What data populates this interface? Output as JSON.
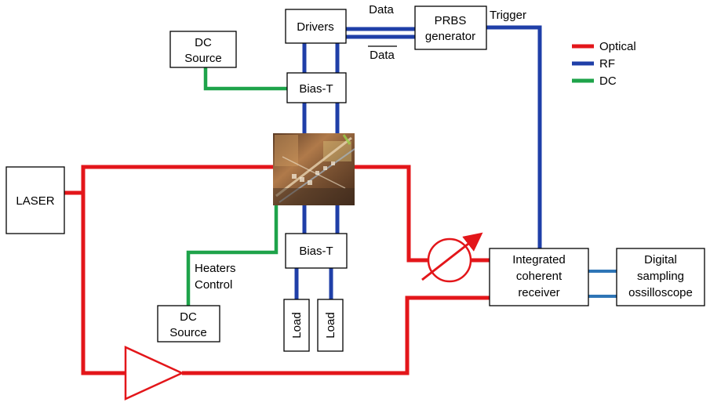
{
  "blocks": {
    "drivers": "Drivers",
    "prbs_line1": "PRBS",
    "prbs_line2": "generator",
    "dc_source_top_line1": "DC",
    "dc_source_top_line2": "Source",
    "bias_t_top": "Bias-T",
    "bias_t_bottom": "Bias-T",
    "laser": "LASER",
    "load_1": "Load",
    "load_2": "Load",
    "dc_source_bottom_line1": "DC",
    "dc_source_bottom_line2": "Source",
    "receiver_line1": "Integrated",
    "receiver_line2": "coherent",
    "receiver_line3": "receiver",
    "scope_line1": "Digital",
    "scope_line2": "sampling",
    "scope_line3": "ossilloscope"
  },
  "labels": {
    "data": "Data",
    "data_bar": "Data",
    "trigger": "Trigger",
    "heaters_line1": "Heaters",
    "heaters_line2": "Control"
  },
  "legend": [
    {
      "label": "Optical",
      "color": "#e3161a"
    },
    {
      "label": "RF",
      "color": "#1f3fa8"
    },
    {
      "label": "DC",
      "color": "#1ea34a"
    }
  ],
  "icons": {
    "chip": "photonic-chip-photo-icon",
    "attenuator": "variable-attenuator-icon",
    "amplifier": "optical-amplifier-triangle-icon"
  }
}
